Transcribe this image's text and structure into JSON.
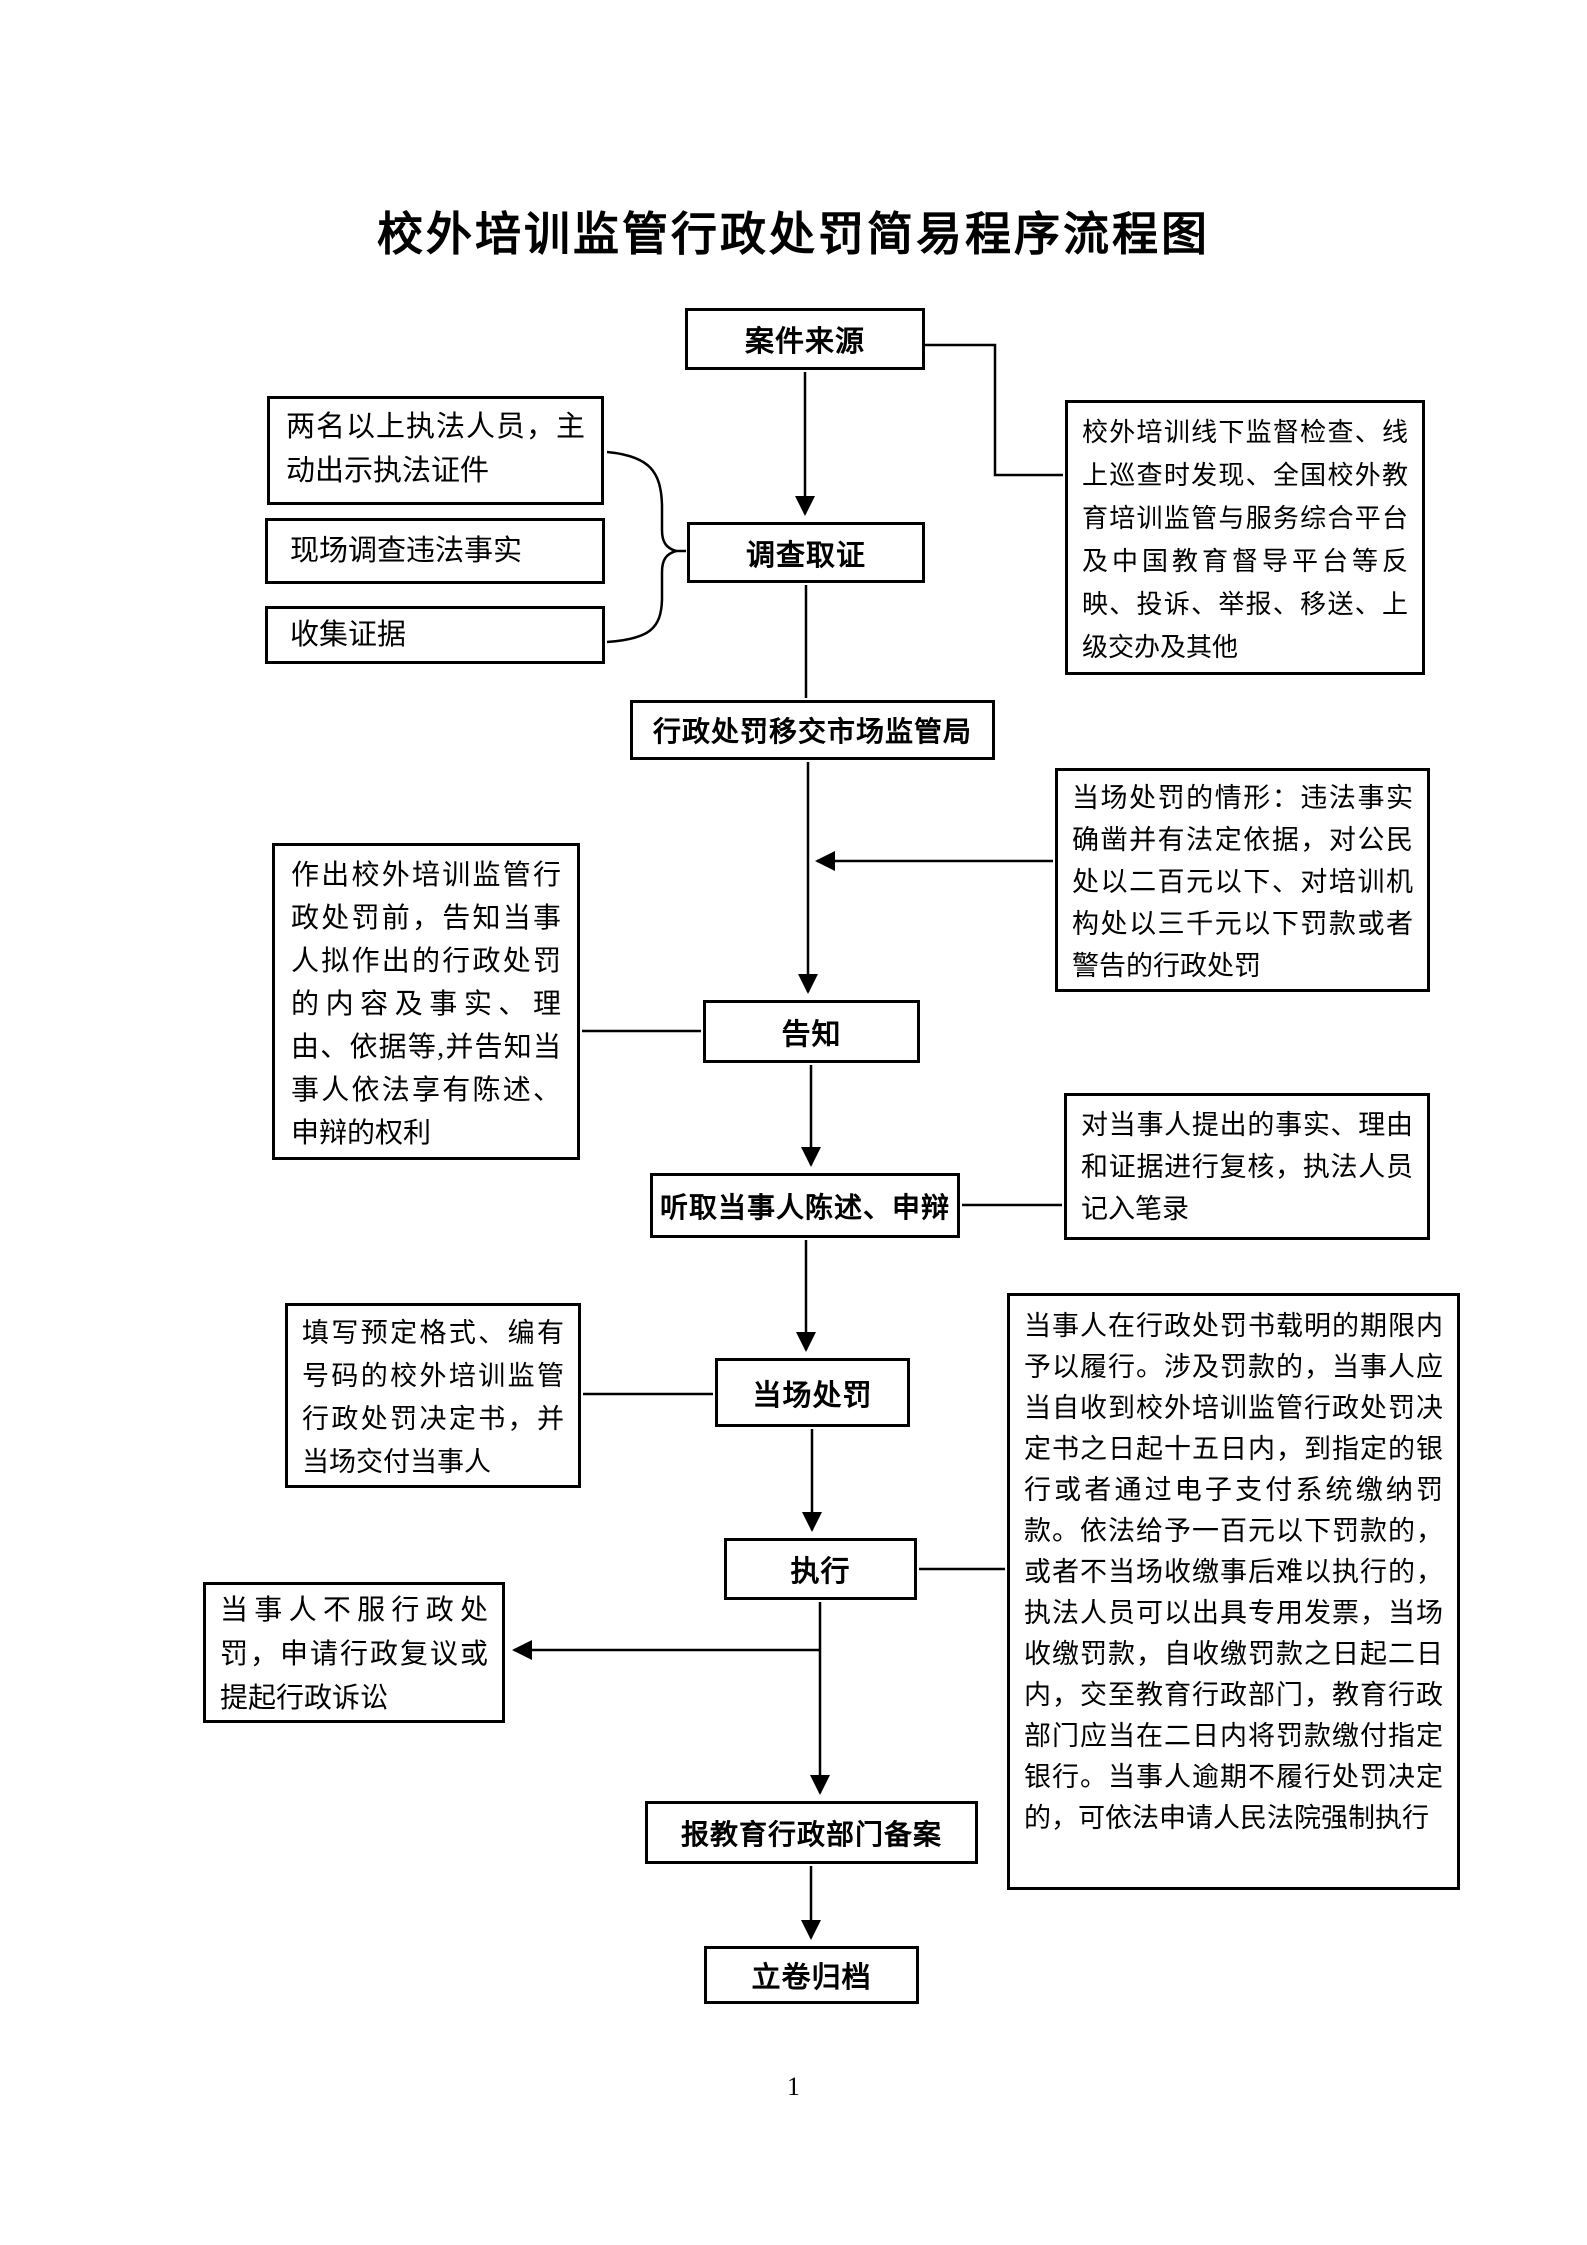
{
  "page": {
    "title": "校外培训监管行政处罚简易程序流程图",
    "page_number": "1"
  },
  "nodes": {
    "case_source": "案件来源",
    "investigate": "调查取证",
    "transfer_market_bureau": "行政处罚移交市场监管局",
    "inform": "告知",
    "listen_statement": "听取当事人陈述、申辩",
    "on_spot_penalty": "当场处罚",
    "execute": "执行",
    "report_education_dept": "报教育行政部门备案",
    "archive": "立卷归档"
  },
  "notes": {
    "enforcers": "两名以上执法人员，主动出示执法证件",
    "onsite_investigation": "现场调查违法事实",
    "collect_evidence": "收集证据",
    "case_source_detail": "校外培训线下监督检查、线上巡查时发现、全国校外教育培训监管与服务综合平台及中国教育督导平台等反映、投诉、举报、移送、上级交办及其他",
    "penalty_condition": "当场处罚的情形：违法事实确凿并有法定依据，对公民处以二百元以下、对培训机构处以三千元以下罚款或者警告的行政处罚",
    "inform_detail": "作出校外培训监管行政处罚前，告知当事人拟作出的行政处罚的内容及事实、理由、依据等,并告知当事人依法享有陈述、申辩的权利",
    "review_note": "对当事人提出的事实、理由和证据进行复核，执法人员记入笔录",
    "decision_doc": "填写预定格式、编有号码的校外培训监管行政处罚决定书，并当场交付当事人",
    "objection": "当事人不服行政处罚，申请行政复议或提起行政诉讼",
    "execution_detail": "当事人在行政处罚书载明的期限内予以履行。涉及罚款的，当事人应当自收到校外培训监管行政处罚决定书之日起十五日内，到指定的银行或者通过电子支付系统缴纳罚款。依法给予一百元以下罚款的，或者不当场收缴事后难以执行的，执法人员可以出具专用发票，当场收缴罚款，自收缴罚款之日起二日内，交至教育行政部门，教育行政部门应当在二日内将罚款缴付指定银行。当事人逾期不履行处罚决定的，可依法申请人民法院强制执行"
  }
}
